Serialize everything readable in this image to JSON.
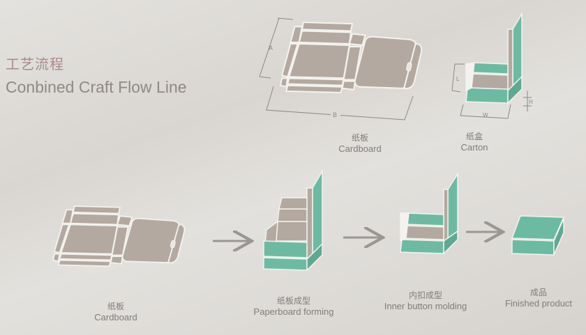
{
  "title": {
    "chinese": "工艺流程",
    "english": "Conbined Craft Flow Line"
  },
  "top_row": {
    "cardboard": {
      "chinese": "纸板",
      "english": "Cardboard",
      "dimension_labels": [
        "A",
        "B"
      ]
    },
    "carton": {
      "chinese": "纸盒",
      "english": "Carton",
      "dimension_labels": [
        "L",
        "W",
        "H"
      ]
    }
  },
  "steps": [
    {
      "chinese": "纸板",
      "english": "Cardboard"
    },
    {
      "chinese": "纸板成型",
      "english": "Paperboard forming"
    },
    {
      "chinese": "内扣成型",
      "english": "Inner button molding"
    },
    {
      "chinese": "成品",
      "english": "Finished product"
    }
  ],
  "colors": {
    "board": "#b3a9a0",
    "teal": "#6dbaa3",
    "outline": "#f4f2ee",
    "line": "#8a8684"
  }
}
